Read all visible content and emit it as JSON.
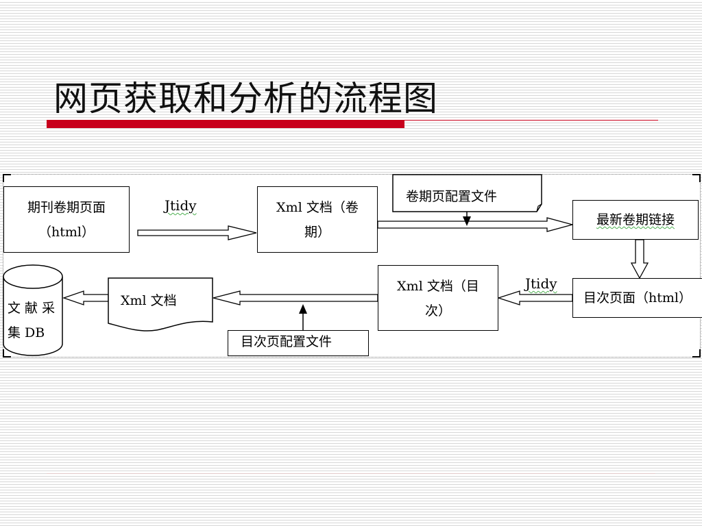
{
  "title": "网页获取和分析的流程图",
  "nodes": {
    "journal_page": {
      "line1": "期刊卷期页面",
      "line2": "（html）"
    },
    "xml_volume": {
      "line1": "Xml 文档（卷",
      "line2": "期）"
    },
    "volume_config": {
      "label": "卷期页配置文件"
    },
    "latest_links": {
      "label": "最新卷期链接"
    },
    "toc_page": {
      "label": "目次页面（html）"
    },
    "xml_toc": {
      "line1": "Xml 文档（目",
      "line2": "次）"
    },
    "toc_config": {
      "label": "目次页配置文件"
    },
    "xml_doc": {
      "label": "Xml 文档"
    },
    "database": {
      "line1": "文 献 采",
      "line2": "集 DB"
    }
  },
  "edges": {
    "jtidy_1": "Jtidy",
    "jtidy_2": "Jtidy"
  },
  "colors": {
    "accent": "#c8001c"
  }
}
